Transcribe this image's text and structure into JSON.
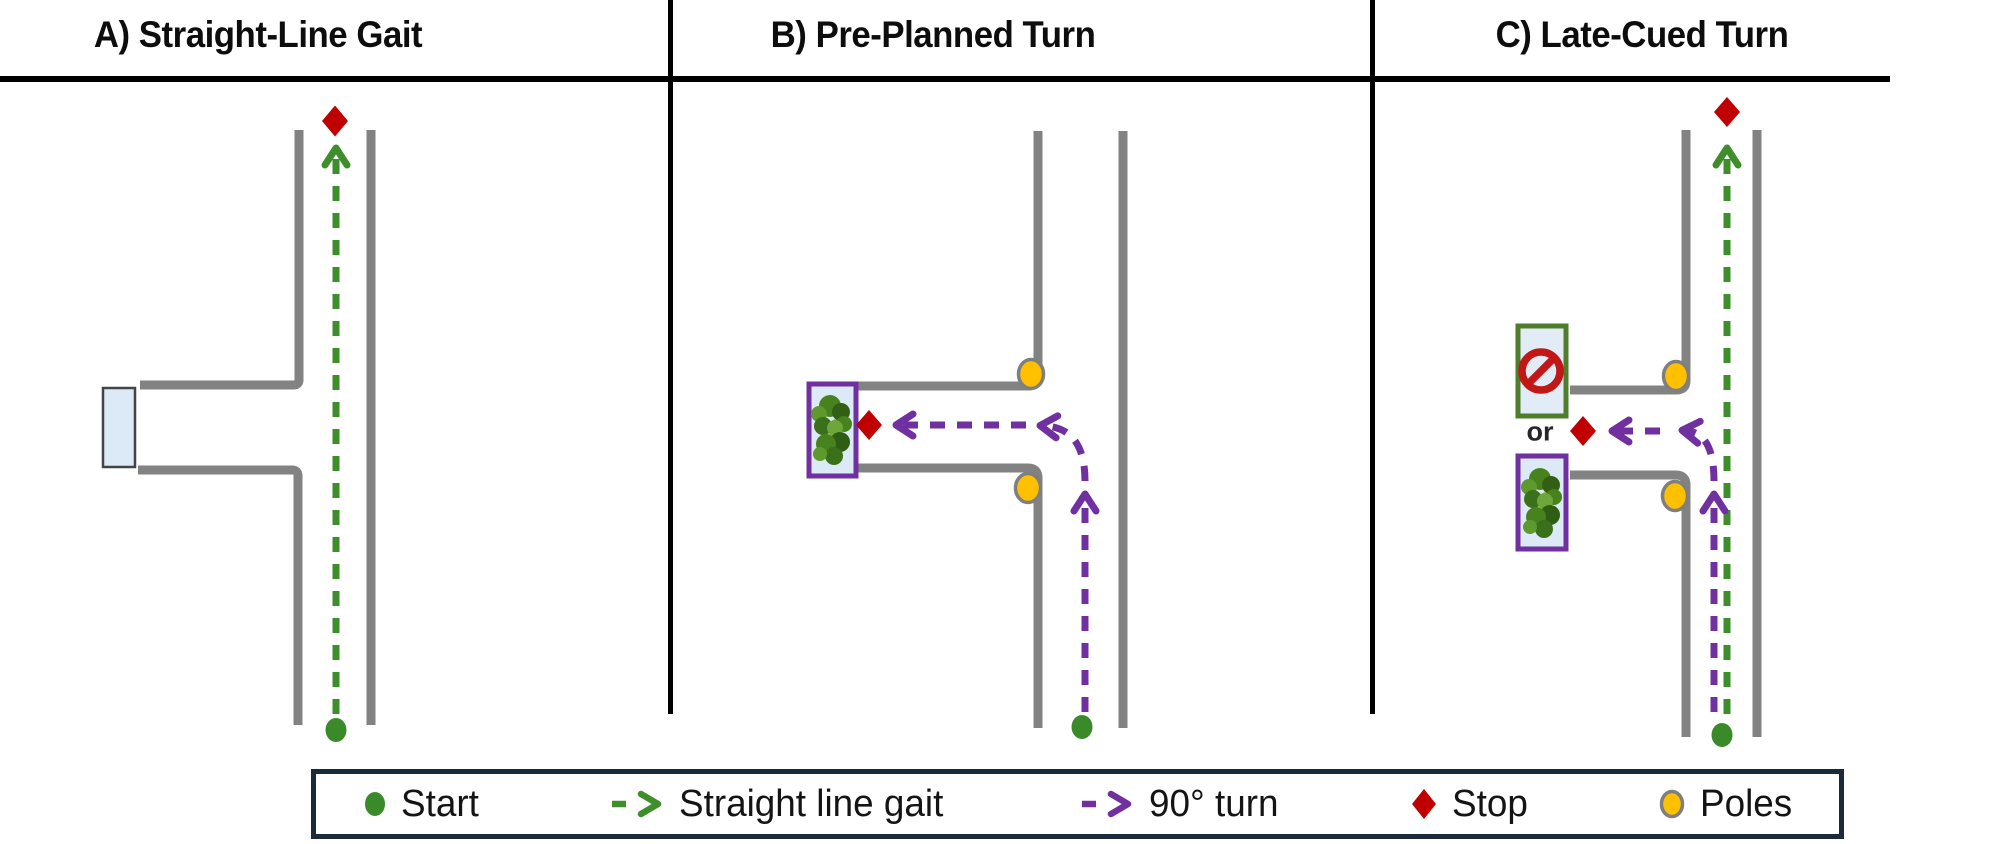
{
  "figure": {
    "panels": [
      {
        "label": "A) Straight-Line Gait"
      },
      {
        "label": "B) Pre-Planned Turn"
      },
      {
        "label": "C) Late-Cued Turn"
      }
    ],
    "panel_c": {
      "or_label": "or"
    },
    "legend": {
      "items": [
        {
          "icon": "start-dot-icon",
          "label": "Start"
        },
        {
          "icon": "green-dashed-arrow-icon",
          "label": "Straight line gait"
        },
        {
          "icon": "purple-dashed-arrow-icon",
          "label": "90° turn"
        },
        {
          "icon": "stop-diamond-icon",
          "label": "Stop"
        },
        {
          "icon": "pole-circle-icon",
          "label": "Poles"
        }
      ]
    },
    "colors": {
      "start_green": "#3B8A2A",
      "gait_arrow_green": "#3E8E2B",
      "turn_arrow_purple": "#7030A0",
      "stop_red": "#C00000",
      "pole_orange": "#FFC000",
      "pole_outline_gray": "#7F7F7F",
      "wall_gray": "#828282",
      "goal_box_fill": "#DCE9F7",
      "goal_box_green_border": "#4E7D2B",
      "goal_box_purple_border": "#7030A0",
      "no_entry_red": "#C21717",
      "legend_border": "#1C2B3A",
      "divider_black": "#000000"
    }
  }
}
